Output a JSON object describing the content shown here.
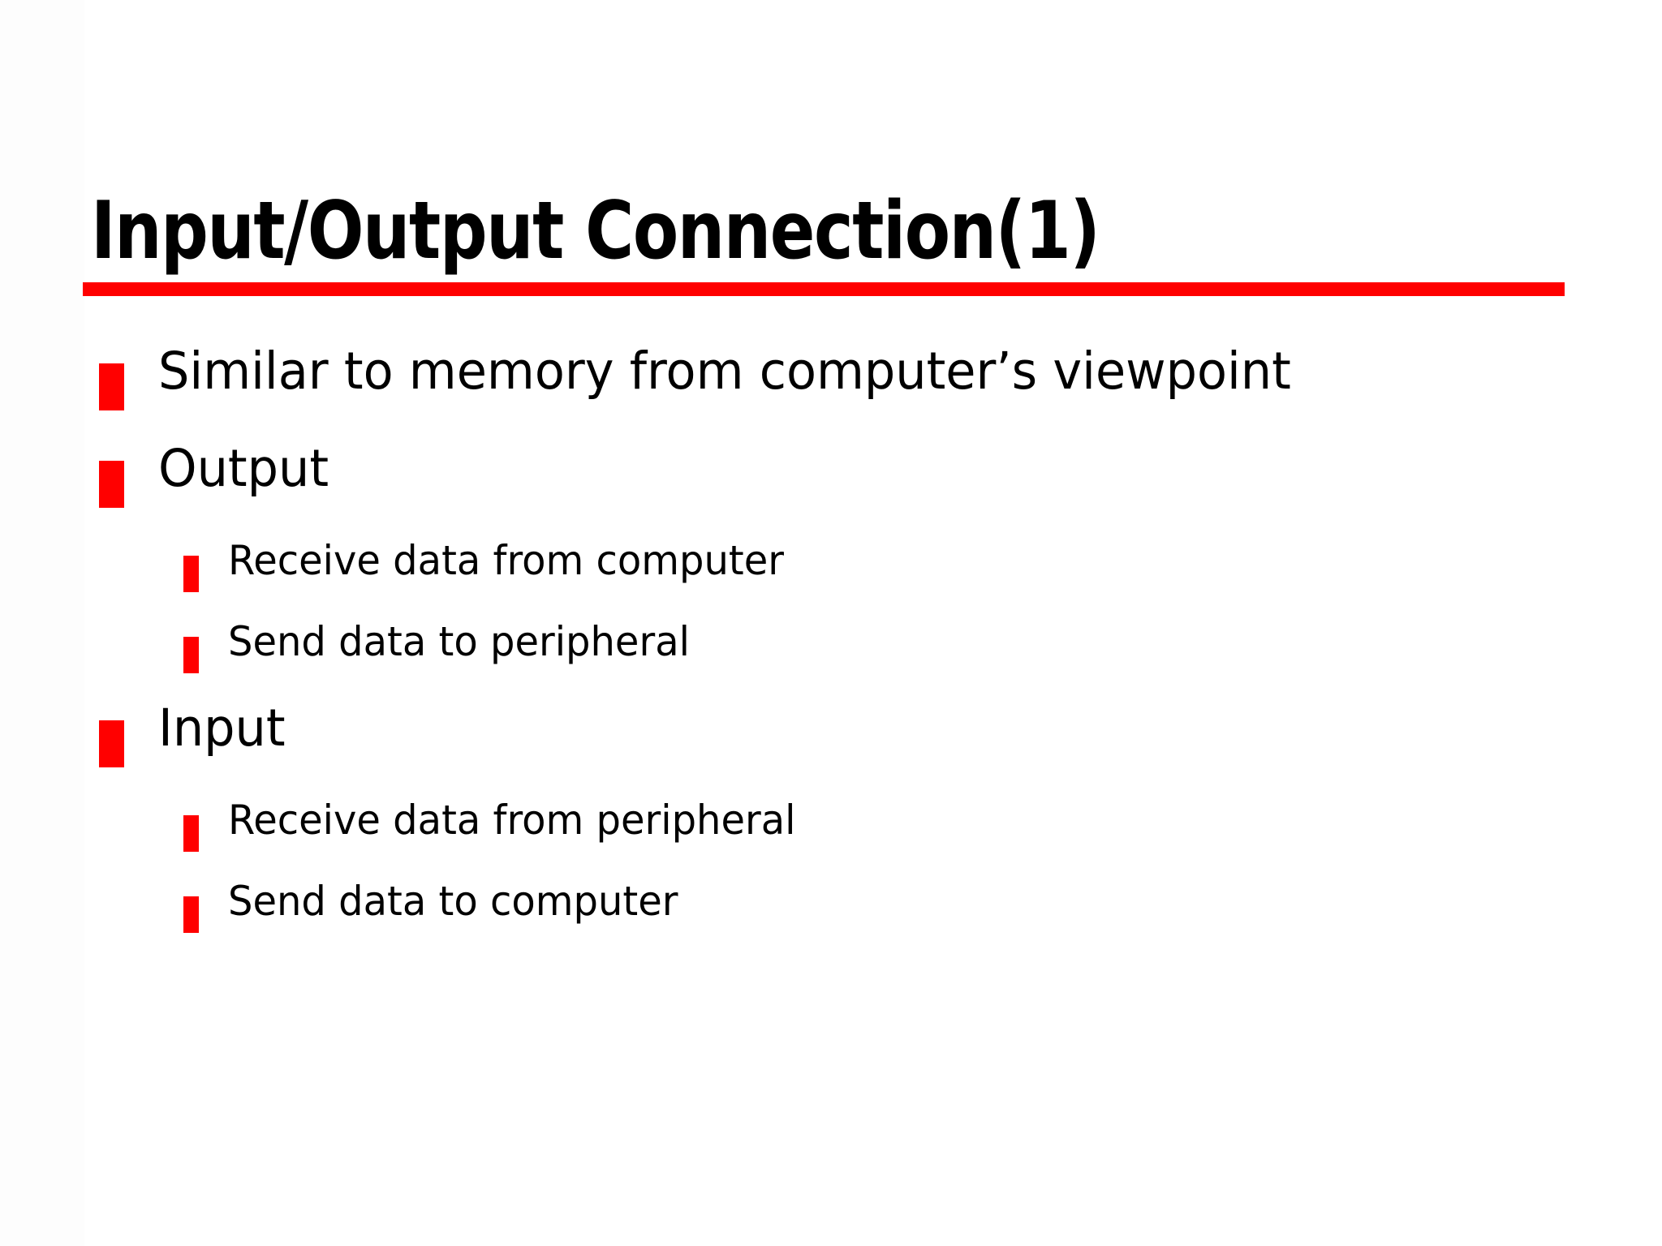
{
  "slide": {
    "title": "Input/Output Connection(1)",
    "accent_color": "#FF0000",
    "text_color": "#000000",
    "background_color": "#FFFFFF",
    "divider": {
      "name": "title-underline-rule",
      "color": "#FF0000"
    },
    "bullets": [
      {
        "level": 1,
        "text": "Similar to memory from computer’s viewpoint",
        "marker": "red-square-bullet"
      },
      {
        "level": 1,
        "text": "Output",
        "marker": "red-square-bullet"
      },
      {
        "level": 2,
        "text": "Receive data from computer",
        "marker": "red-square-bullet"
      },
      {
        "level": 2,
        "text": "Send data to peripheral",
        "marker": "red-square-bullet"
      },
      {
        "level": 1,
        "text": "Input",
        "marker": "red-square-bullet"
      },
      {
        "level": 2,
        "text": "Receive data from peripheral",
        "marker": "red-square-bullet"
      },
      {
        "level": 2,
        "text": "Send data to computer",
        "marker": "red-square-bullet"
      }
    ]
  }
}
